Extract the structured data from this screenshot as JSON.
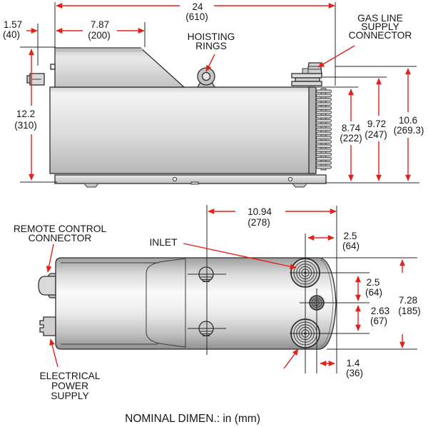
{
  "caption": "NOMINAL DIMEN.: in (mm)",
  "colors": {
    "dimension_red": "#e32119",
    "line_black": "#262626",
    "body_grey": "#d8d8d8"
  },
  "labels": {
    "hoisting_rings": [
      "HOISTING",
      "RINGS"
    ],
    "gas_line_supply_connector": [
      "GAS LINE",
      "SUPPLY",
      "CONNECTOR"
    ],
    "remote_control_connector": [
      "REMOTE CONTROL",
      "CONNECTOR"
    ],
    "inlet": "INLET",
    "electrical_power_supply": [
      "ELECTRICAL",
      "POWER",
      "SUPPLY"
    ]
  },
  "side_view": {
    "overall_length": {
      "in": "24",
      "mm": "(610)"
    },
    "rear_offset": {
      "in": "1.57",
      "mm": "(40)"
    },
    "top_section_length": {
      "in": "7.87",
      "mm": "(200)"
    },
    "overall_height": {
      "in": "12.2",
      "mm": "(310)"
    },
    "fin_top_height": {
      "in": "8.74",
      "mm": "(222)"
    },
    "flange_height": {
      "in": "9.72",
      "mm": "(247)"
    },
    "connector_height": {
      "in": "10.6",
      "mm": "(269.3)"
    }
  },
  "top_view": {
    "inlet_span": {
      "in": "10.94",
      "mm": "(278)"
    },
    "inlet_to_tip": {
      "in": "2.5",
      "mm": "(64)"
    },
    "inlet_to_drain": {
      "in": "2.5",
      "mm": "(64)"
    },
    "drain_to_outlet": {
      "in": "2.63",
      "mm": "(67)"
    },
    "overall_width": {
      "in": "7.28",
      "mm": "(185)"
    },
    "outlet_to_tip": {
      "in": "1.4",
      "mm": "(36)"
    }
  }
}
